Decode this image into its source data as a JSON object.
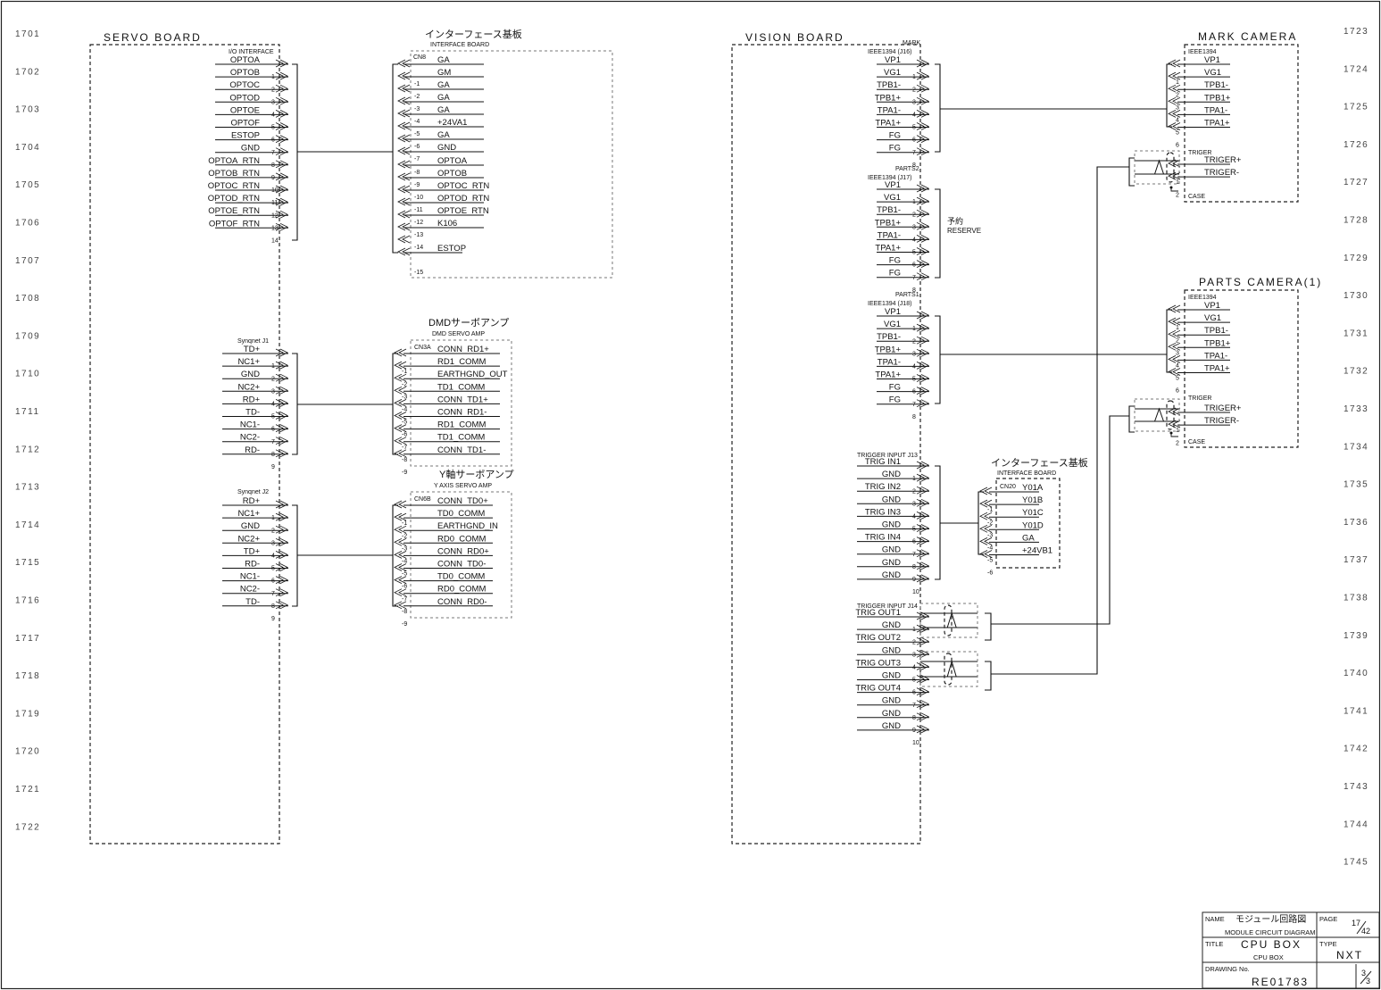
{
  "sheet": {
    "left_refs": [
      "1701",
      "1702",
      "1703",
      "1704",
      "1705",
      "1706",
      "1707",
      "1708",
      "1709",
      "1710",
      "1711",
      "1712",
      "1713",
      "1714",
      "1715",
      "1716",
      "1717",
      "1718",
      "1719",
      "1720",
      "1721",
      "1722"
    ],
    "right_refs": [
      "1723",
      "1724",
      "1725",
      "1726",
      "1727",
      "1728",
      "1729",
      "1730",
      "1731",
      "1732",
      "1733",
      "1734",
      "1735",
      "1736",
      "1737",
      "1738",
      "1739",
      "1740",
      "1741",
      "1742",
      "1743",
      "1744",
      "1745"
    ]
  },
  "servo_board": {
    "title": "SERVO BOARD",
    "io_interface": {
      "label": "I/O INTERFACE",
      "signals": [
        "OPTOA",
        "OPTOB",
        "OPTOC",
        "OPTOD",
        "OPTOE",
        "OPTOF",
        "ESTOP",
        "GND",
        "OPTOA_RTN",
        "OPTOB_RTN",
        "OPTOC_RTN",
        "OPTOD_RTN",
        "OPTOE_RTN",
        "OPTOF_RTN",
        ""
      ],
      "pins": [
        "",
        "1",
        "2",
        "3",
        "4",
        "5",
        "6",
        "7",
        "8",
        "9",
        "10",
        "11",
        "12",
        "13",
        "14"
      ]
    },
    "syngnet_j1": {
      "label": "Synqnet J1",
      "signals": [
        "TD+",
        "NC1+",
        "GND",
        "NC2+",
        "RD+",
        "TD-",
        "NC1-",
        "NC2-",
        "RD-",
        ""
      ],
      "pins": [
        "",
        "1",
        "2",
        "3",
        "4",
        "5",
        "6",
        "7",
        "8",
        "9"
      ]
    },
    "syngnet_j2": {
      "label": "Synqnet J2",
      "signals": [
        "RD+",
        "NC1+",
        "GND",
        "NC2+",
        "TD+",
        "RD-",
        "NC1-",
        "NC2-",
        "TD-",
        ""
      ],
      "pins": [
        "",
        "1",
        "2",
        "3",
        "4",
        "5",
        "6",
        "7",
        "8",
        "9"
      ]
    }
  },
  "interface_board_cn8": {
    "title_jp": "インターフェース基板",
    "title_en": "INTERFACE BOARD",
    "connector": "CN8",
    "signals": [
      "GA",
      "GM",
      "GA",
      "GA",
      "GA",
      "+24VA1",
      "GA",
      "GND",
      "OPTOA",
      "OPTOB",
      "OPTOC_RTN",
      "OPTOD_RTN",
      "OPTOE_RTN",
      "K106",
      "",
      "ESTOP",
      ""
    ],
    "pins": [
      "",
      "-1",
      "-2",
      "-3",
      "-4",
      "-5",
      "-6",
      "-7",
      "-8",
      "-9",
      "-10",
      "-11",
      "-12",
      "-13",
      "-14",
      "",
      "-15"
    ]
  },
  "dmd_servo_amp": {
    "title_jp": "DMDサーボアンプ",
    "title_en": "DMD SERVO AMP",
    "connector": "CN3A",
    "signals": [
      "CONN_RD1+",
      "RD1_COMM",
      "EARTHGND_OUT",
      "TD1_COMM",
      "CONN_TD1+",
      "CONN_RD1-",
      "RD1_COMM",
      "TD1_COMM",
      "CONN_TD1-",
      ""
    ],
    "pins": [
      "",
      "-1",
      "-2",
      "-3",
      "-4",
      "-5",
      "-6",
      "-7",
      "-8",
      "-9"
    ]
  },
  "y_axis_servo_amp": {
    "title_jp": "Y軸サーボアンプ",
    "title_en": "Y AXIS SERVO AMP",
    "connector": "CN6B",
    "signals": [
      "CONN_TD0+",
      "TD0_COMM",
      "EARTHGND_IN",
      "RD0_COMM",
      "CONN_RD0+",
      "CONN_TD0-",
      "TD0_COMM",
      "RD0_COMM",
      "CONN_RD0-",
      ""
    ],
    "pins": [
      "",
      "-1",
      "-2",
      "-3",
      "-4",
      "-5",
      "-6",
      "-7",
      "-8",
      "-9"
    ]
  },
  "vision_board": {
    "title": "VISION BOARD",
    "j16": {
      "label_top": "MARK",
      "label": "IEEE1394 (J16)",
      "signals": [
        "VP1",
        "VG1",
        "TPB1-",
        "TPB1+",
        "TPA1-",
        "TPA1+",
        "FG",
        "FG",
        ""
      ],
      "pins": [
        "",
        "1",
        "2",
        "3",
        "4",
        "5",
        "6",
        "7",
        "8"
      ]
    },
    "j17": {
      "label_top": "PARTS2",
      "label": "IEEE1394 (J17)",
      "signals": [
        "VP1",
        "VG1",
        "TPB1-",
        "TPB1+",
        "TPA1-",
        "TPA1+",
        "FG",
        "FG",
        ""
      ],
      "pins": [
        "",
        "1",
        "2",
        "3",
        "4",
        "5",
        "6",
        "7",
        "8"
      ],
      "note_jp": "予約",
      "note_en": "RESERVE"
    },
    "j18": {
      "label_top": "PARTS1",
      "label": "IEEE1394 (J18)",
      "signals": [
        "VP1",
        "VG1",
        "TPB1-",
        "TPB1+",
        "TPA1-",
        "TPA1+",
        "FG",
        "FG",
        ""
      ],
      "pins": [
        "",
        "1",
        "2",
        "3",
        "4",
        "5",
        "6",
        "7",
        "8"
      ]
    },
    "j13": {
      "label": "TRIGGER INPUT J13",
      "signals": [
        "TRIG IN1",
        "GND",
        "TRIG IN2",
        "GND",
        "TRIG IN3",
        "GND",
        "TRIG IN4",
        "GND",
        "GND",
        "GND",
        ""
      ],
      "pins": [
        "",
        "1",
        "2",
        "3",
        "4",
        "5",
        "6",
        "7",
        "8",
        "9",
        "10"
      ]
    },
    "j14": {
      "label": "TRIGGER INPUT J14",
      "signals": [
        "TRIG OUT1",
        "GND",
        "TRIG OUT2",
        "GND",
        "TRIG OUT3",
        "GND",
        "TRIG OUT4",
        "GND",
        "GND",
        "GND",
        ""
      ],
      "pins": [
        "",
        "1",
        "2",
        "3",
        "4",
        "5",
        "6",
        "7",
        "8",
        "9",
        "10"
      ]
    }
  },
  "interface_board_cn20": {
    "title_jp": "インターフェース基板",
    "title_en": "INTERFACE BOARD",
    "connector": "CN20",
    "signals": [
      "Y01A",
      "Y01B",
      "Y01C",
      "Y01D",
      "GA",
      "+24VB1",
      ""
    ],
    "pins": [
      "",
      "-1",
      "-2",
      "-3",
      "-4",
      "-5",
      "-6"
    ]
  },
  "mark_camera": {
    "title": "MARK CAMERA",
    "ieee_label": "IEEE1394",
    "signals": [
      "VP1",
      "VG1",
      "TPB1-",
      "TPB1+",
      "TPA1-",
      "TPA1+",
      ""
    ],
    "pins": [
      "",
      "1",
      "2",
      "3",
      "4",
      "5",
      "6"
    ],
    "trigger_label": "TRIGER",
    "trigger_signals": [
      "TRIGER+",
      "TRIGER-",
      ""
    ],
    "trigger_pins": [
      "",
      "1",
      "2"
    ],
    "case_label": "CASE"
  },
  "parts_camera": {
    "title": "PARTS CAMERA(1)",
    "ieee_label": "IEEE1394",
    "signals": [
      "VP1",
      "VG1",
      "TPB1-",
      "TPB1+",
      "TPA1-",
      "TPA1+",
      ""
    ],
    "pins": [
      "",
      "1",
      "2",
      "3",
      "4",
      "5",
      "6"
    ],
    "trigger_label": "TRIGER",
    "trigger_signals": [
      "TRIGER+",
      "TRIGER-",
      ""
    ],
    "trigger_pins": [
      "",
      "1",
      "2"
    ],
    "case_label": "CASE"
  },
  "title_block": {
    "name_label": "NAME",
    "name_jp": "モジュール回路図",
    "name_en": "MODULE CIRCUIT DIAGRAM",
    "page_label": "PAGE",
    "page_num": "17",
    "page_total": "42",
    "title_label": "TITLE",
    "title_main": "CPU BOX",
    "title_sub": "CPU BOX",
    "type_label": "TYPE",
    "type_value": "NXT",
    "drawing_label": "DRAWING No.",
    "drawing_no": "RE01783",
    "sheet_num": "3",
    "sheet_total": "3"
  }
}
